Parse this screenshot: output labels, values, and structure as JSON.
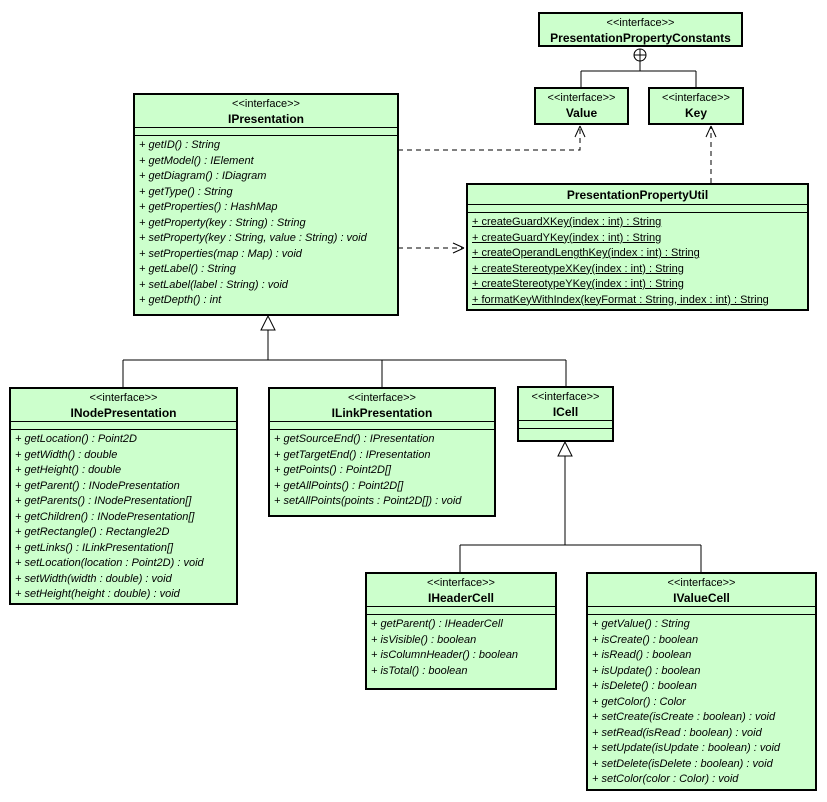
{
  "diagram": {
    "title": "UML class diagram",
    "colors": {
      "box_fill": "#ccffcc",
      "box_border": "#000000",
      "background": "#ffffff"
    }
  },
  "classes": {
    "presentation_property_constants": {
      "stereotype": "<<interface>>",
      "name": "PresentationPropertyConstants"
    },
    "value": {
      "stereotype": "<<interface>>",
      "name": "Value"
    },
    "key": {
      "stereotype": "<<interface>>",
      "name": "Key"
    },
    "ipresentation": {
      "stereotype": "<<interface>>",
      "name": "IPresentation",
      "operations": [
        "+ getID() : String",
        "+ getModel() : IElement",
        "+ getDiagram() : IDiagram",
        "+ getType() : String",
        "+ getProperties() : HashMap",
        "+ getProperty(key : String) : String",
        "+ setProperty(key : String, value : String) : void",
        "+ setProperties(map : Map) : void",
        "+ getLabel() : String",
        "+ setLabel(label : String) : void",
        "+ getDepth() : int"
      ]
    },
    "presentation_property_util": {
      "name": "PresentationPropertyUtil",
      "operations": [
        "+ createGuardXKey(index : int) : String",
        "+ createGuardYKey(index : int) : String",
        "+ createOperandLengthKey(index : int) : String",
        "+ createStereotypeXKey(index : int) : String",
        "+ createStereotypeYKey(index : int) : String",
        "+ formatKeyWithIndex(keyFormat : String, index : int) : String"
      ]
    },
    "inode_presentation": {
      "stereotype": "<<interface>>",
      "name": "INodePresentation",
      "operations": [
        "+ getLocation() : Point2D",
        "+ getWidth() : double",
        "+ getHeight() : double",
        "+ getParent() : INodePresentation",
        "+ getParents() : INodePresentation[]",
        "+ getChildren() : INodePresentation[]",
        "+ getRectangle() : Rectangle2D",
        "+ getLinks() : ILinkPresentation[]",
        "+ setLocation(location : Point2D) : void",
        "+ setWidth(width : double) : void",
        "+ setHeight(height : double) : void"
      ]
    },
    "ilink_presentation": {
      "stereotype": "<<interface>>",
      "name": "ILinkPresentation",
      "operations": [
        "+ getSourceEnd() : IPresentation",
        "+ getTargetEnd() : IPresentation",
        "+ getPoints() : Point2D[]",
        "+ getAllPoints() : Point2D[]",
        "+ setAllPoints(points : Point2D[]) : void"
      ]
    },
    "icell": {
      "stereotype": "<<interface>>",
      "name": "ICell",
      "operations": []
    },
    "iheader_cell": {
      "stereotype": "<<interface>>",
      "name": "IHeaderCell",
      "operations": [
        "+ getParent() : IHeaderCell",
        "+ isVisible() : boolean",
        "+ isColumnHeader() : boolean",
        "+ isTotal() : boolean"
      ]
    },
    "ivalue_cell": {
      "stereotype": "<<interface>>",
      "name": "IValueCell",
      "operations": [
        "+ getValue() : String",
        "+ isCreate() : boolean",
        "+ isRead() : boolean",
        "+ isUpdate() : boolean",
        "+ isDelete() : boolean",
        "+ getColor() : Color",
        "+ setCreate(isCreate : boolean) : void",
        "+ setRead(isRead : boolean) : void",
        "+ setUpdate(isUpdate : boolean) : void",
        "+ setDelete(isDelete : boolean) : void",
        "+ setColor(color : Color) : void"
      ]
    }
  },
  "relationships": [
    {
      "type": "containment",
      "from": "PresentationPropertyConstants",
      "to": [
        "Value",
        "Key"
      ]
    },
    {
      "type": "dependency",
      "style": "dashed-open-arrow",
      "from": "IPresentation",
      "to": "Value"
    },
    {
      "type": "dependency",
      "style": "dashed-open-arrow",
      "from": "PresentationPropertyUtil",
      "to": "Key"
    },
    {
      "type": "dependency",
      "style": "dashed-open-arrow",
      "from": "IPresentation",
      "to": "PresentationPropertyUtil"
    },
    {
      "type": "generalization",
      "from": [
        "INodePresentation",
        "ILinkPresentation",
        "ICell"
      ],
      "to": "IPresentation"
    },
    {
      "type": "generalization",
      "from": [
        "IHeaderCell",
        "IValueCell"
      ],
      "to": "ICell"
    }
  ]
}
